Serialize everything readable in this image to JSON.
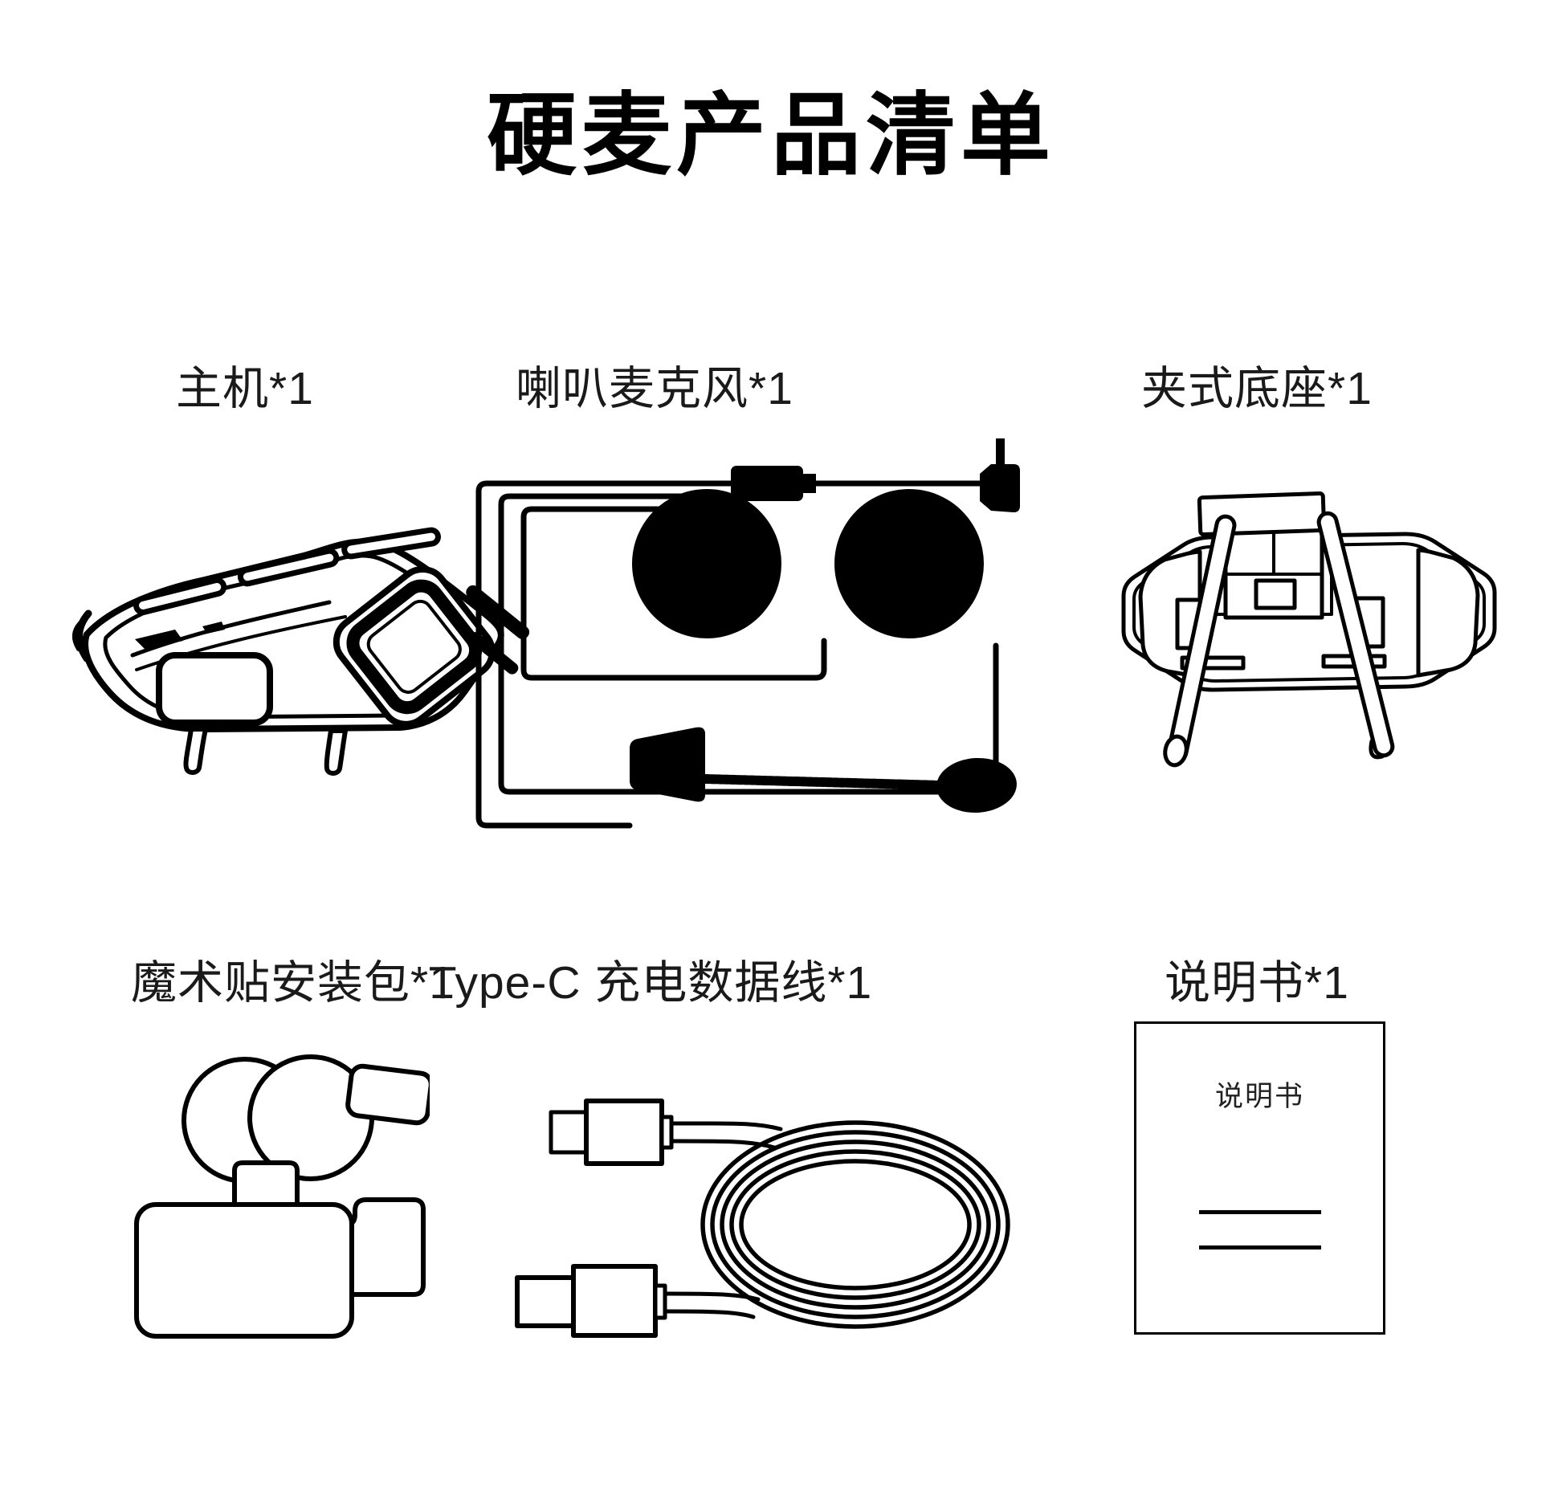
{
  "page": {
    "title": "硬麦产品清单"
  },
  "products": [
    {
      "label": "主机*1",
      "quantity": 1,
      "icon": "main-unit-illustration"
    },
    {
      "label": "喇叭麦克风*1",
      "quantity": 1,
      "icon": "speaker-microphone-illustration"
    },
    {
      "label": "夹式底座*1",
      "quantity": 1,
      "icon": "clip-mount-base-illustration"
    },
    {
      "label": "魔术贴安装包*1",
      "quantity": 1,
      "icon": "velcro-mounting-kit-illustration"
    },
    {
      "label": "Type-C 充电数据线*1",
      "quantity": 1,
      "icon": "type-c-cable-illustration"
    },
    {
      "label": "说明书*1",
      "quantity": 1,
      "icon": "user-manual-illustration"
    }
  ],
  "manual_cover": {
    "title": "说明书"
  },
  "colors": {
    "ink": "#000000",
    "accent_blue": "#5b7fa6",
    "background": "#ffffff"
  }
}
